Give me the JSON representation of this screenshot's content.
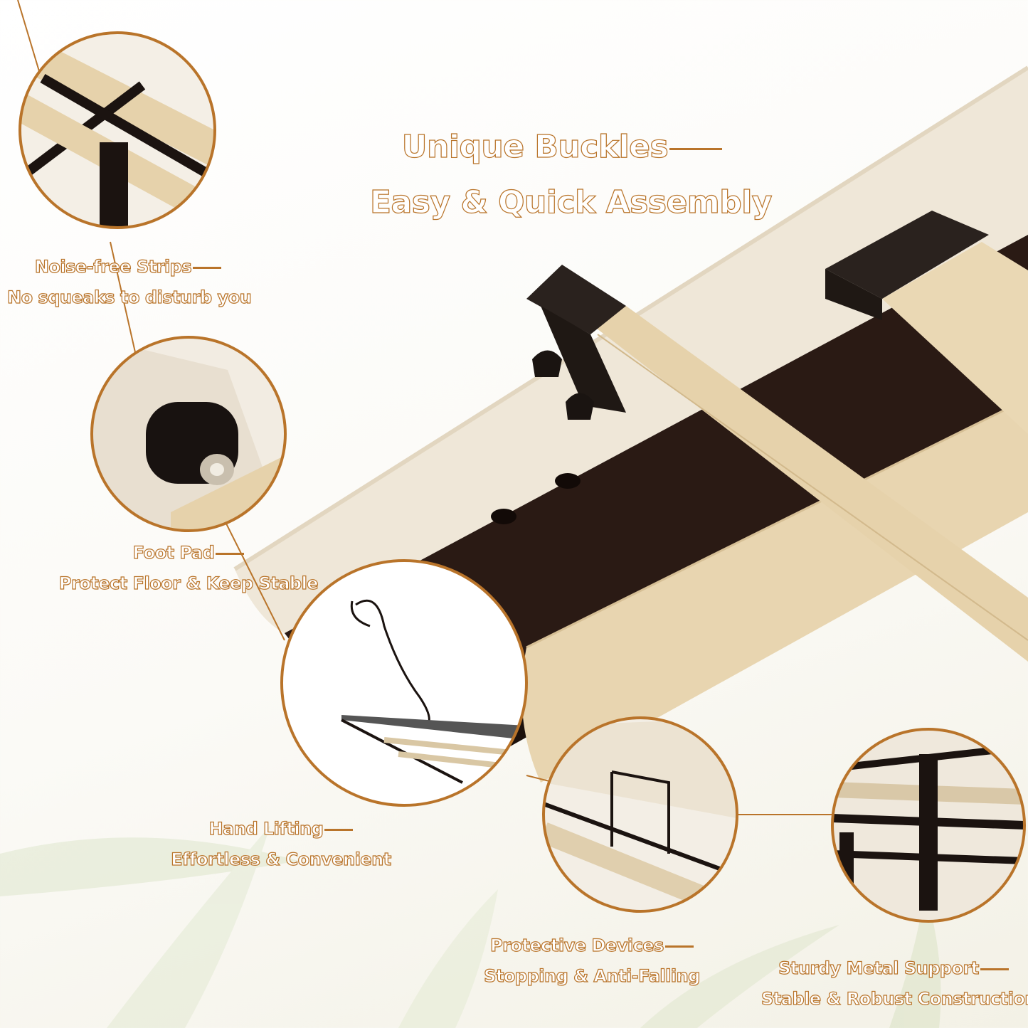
{
  "headline": {
    "line1": "Unique Buckles",
    "line2": "Easy & Quick Assembly"
  },
  "features": [
    {
      "title": "Noise-free Strips",
      "subtitle": "No squeaks to disturb you"
    },
    {
      "title": "Foot Pad",
      "subtitle": "Protect Floor & Keep Stable"
    },
    {
      "title": "Hand Lifting",
      "subtitle": "Effortless & Convenient"
    },
    {
      "title": "Protective Devices",
      "subtitle": "Stopping & Anti-Falling"
    },
    {
      "title": "Sturdy Metal Support",
      "subtitle": "Stable & Robust Construction"
    }
  ],
  "colors": {
    "accent": "#b9742a",
    "wood": "#e8d5b0",
    "metal": "#2a1a14",
    "upholstery": "#efe7d8"
  }
}
